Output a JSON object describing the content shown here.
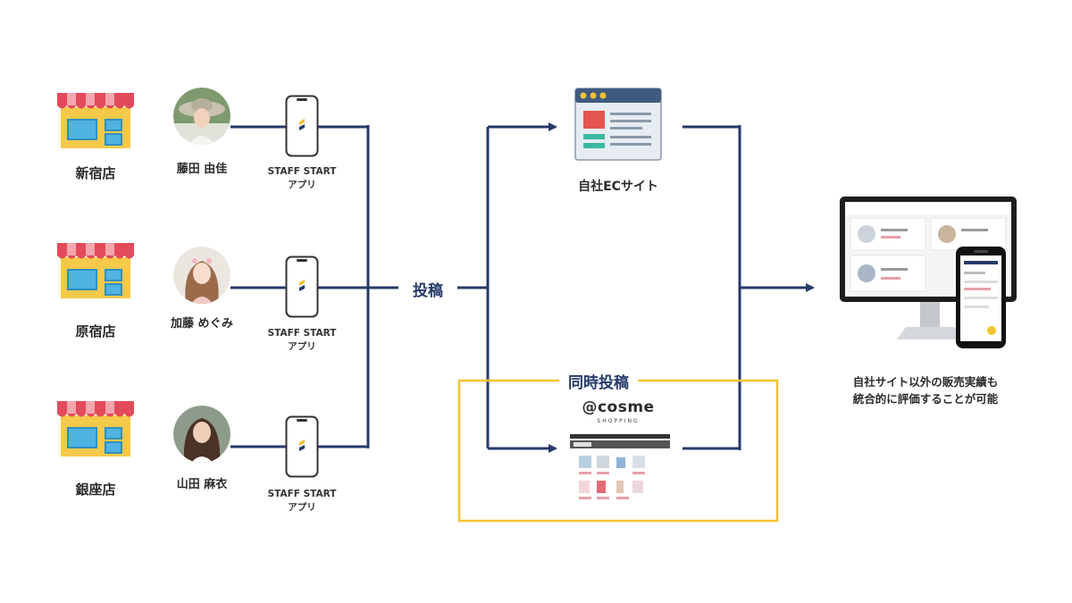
{
  "stores": [
    {
      "store": "新宿店",
      "staff": "藤田 由佳",
      "app_line1": "STAFF START",
      "app_line2": "アプリ"
    },
    {
      "store": "原宿店",
      "staff": "加藤 めぐみ",
      "app_line1": "STAFF START",
      "app_line2": "アプリ"
    },
    {
      "store": "銀座店",
      "staff": "山田 麻衣",
      "app_line1": "STAFF START",
      "app_line2": "アプリ"
    }
  ],
  "post_label": "投稿",
  "simultaneous_label": "同時投稿",
  "ec_site_label": "自社ECサイト",
  "cosme": {
    "logo": "@cosme",
    "sub": "SHOPPING"
  },
  "result_line1": "自社サイト以外の販売実績も",
  "result_line2": "統合的に評価することが可能",
  "colors": {
    "navy": "#263a6a",
    "yellow": "#f2c230",
    "awning_red": "#e24b5a",
    "store_yellow": "#f5c94a",
    "window_blue": "#4fb3e3"
  }
}
